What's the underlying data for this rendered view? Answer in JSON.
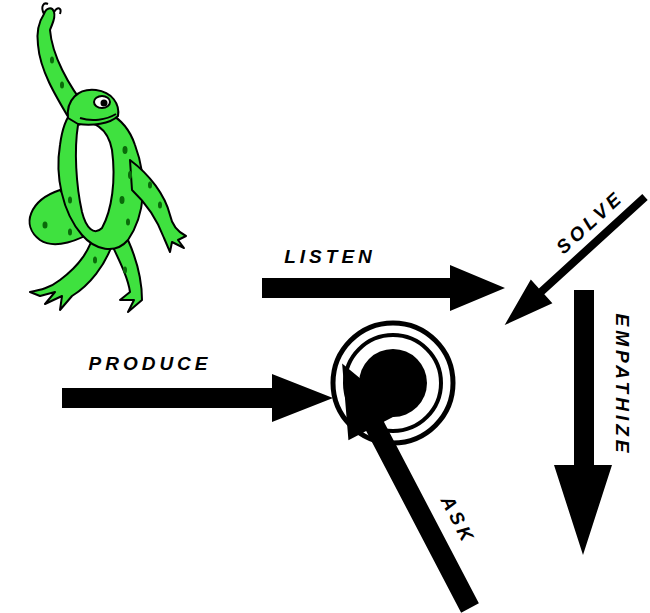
{
  "diagram": {
    "labels": [
      "LISTEN",
      "SOLVE",
      "EMPATHIZE",
      "PRODUCE",
      "ASK"
    ]
  }
}
